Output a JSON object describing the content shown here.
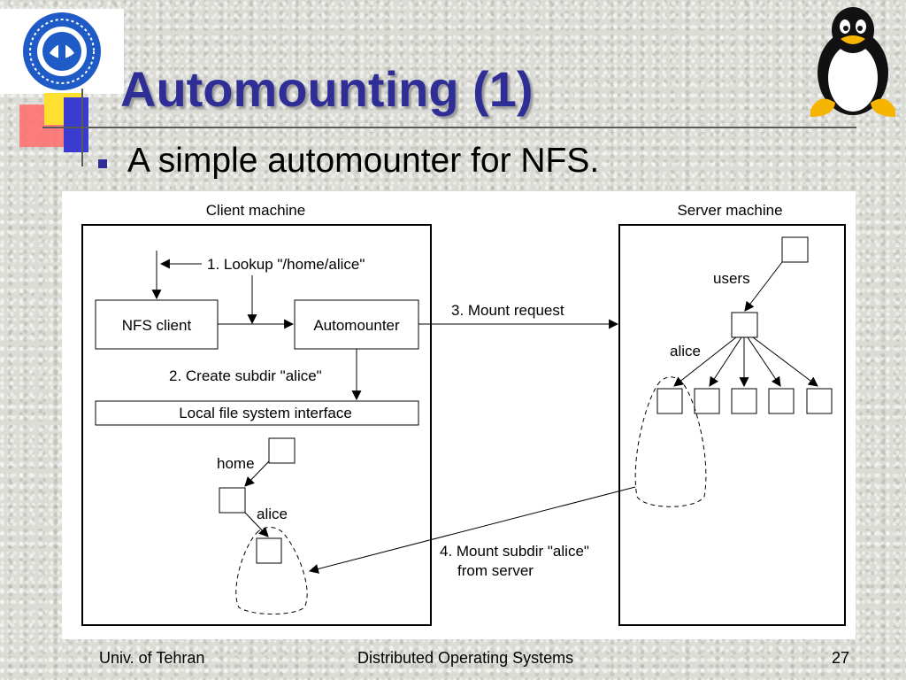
{
  "slide": {
    "title": "Automounting (1)",
    "bullet": "A simple automounter for NFS."
  },
  "diagram": {
    "client_label": "Client machine",
    "server_label": "Server machine",
    "nfs_client": "NFS client",
    "automounter": "Automounter",
    "local_fs": "Local file system interface",
    "step1": "1. Lookup \"/home/alice\"",
    "step2": "2. Create subdir \"alice\"",
    "step3": "3. Mount request",
    "step4_line1": "4. Mount subdir \"alice\"",
    "step4_line2": "from server",
    "client_home": "home",
    "client_alice": "alice",
    "server_users": "users",
    "server_alice": "alice"
  },
  "footer": {
    "left": "Univ. of Tehran",
    "center": "Distributed Operating Systems",
    "page": "27"
  },
  "colors": {
    "title": "#2e2e96",
    "accent_red": "#ff6b6b",
    "accent_yellow": "#ffe030",
    "accent_blue": "#3b3bd0"
  },
  "icons": [
    "university-logo-icon",
    "linux-penguin-icon"
  ]
}
